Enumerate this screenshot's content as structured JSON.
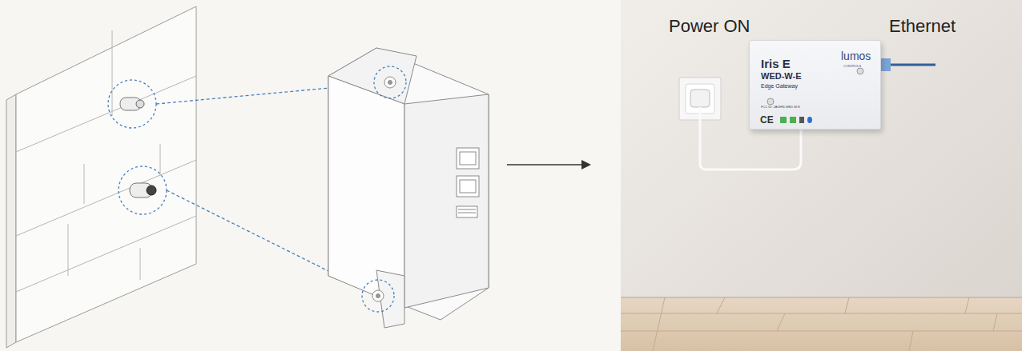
{
  "diagram": {
    "nodes": [
      {
        "text": [
          "Iris E",
          "WED-W-E",
          "Edge Gateway"
        ]
      }
    ],
    "labels": [
      "Power ON",
      "Ethernet",
      "lumos",
      "CONTROLS",
      "FCC ID: 2AGHN-WED-W-E",
      "CE"
    ]
  }
}
